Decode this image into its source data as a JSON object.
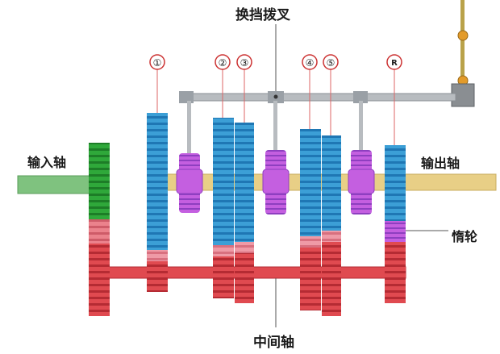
{
  "labels": {
    "shift_fork": "换挡拨叉",
    "input_shaft": "输入轴",
    "output_shaft": "输出轴",
    "idler_gear": "惰轮",
    "countershaft": "中间轴"
  },
  "gear_markers": [
    "①",
    "②",
    "③",
    "④",
    "⑤",
    "R"
  ],
  "colors": {
    "input_gear": "#2fa83a",
    "main_gear": "#3c9fd6",
    "counter_gear": "#e04a50",
    "synchronizer": "#b24ed0",
    "output_shaft": "#e8cf86",
    "input_shaft": "#7fc27f",
    "countershaft": "#e04a50",
    "idler": "#8e3fc0",
    "shift_rail": "#b8bcc0"
  }
}
